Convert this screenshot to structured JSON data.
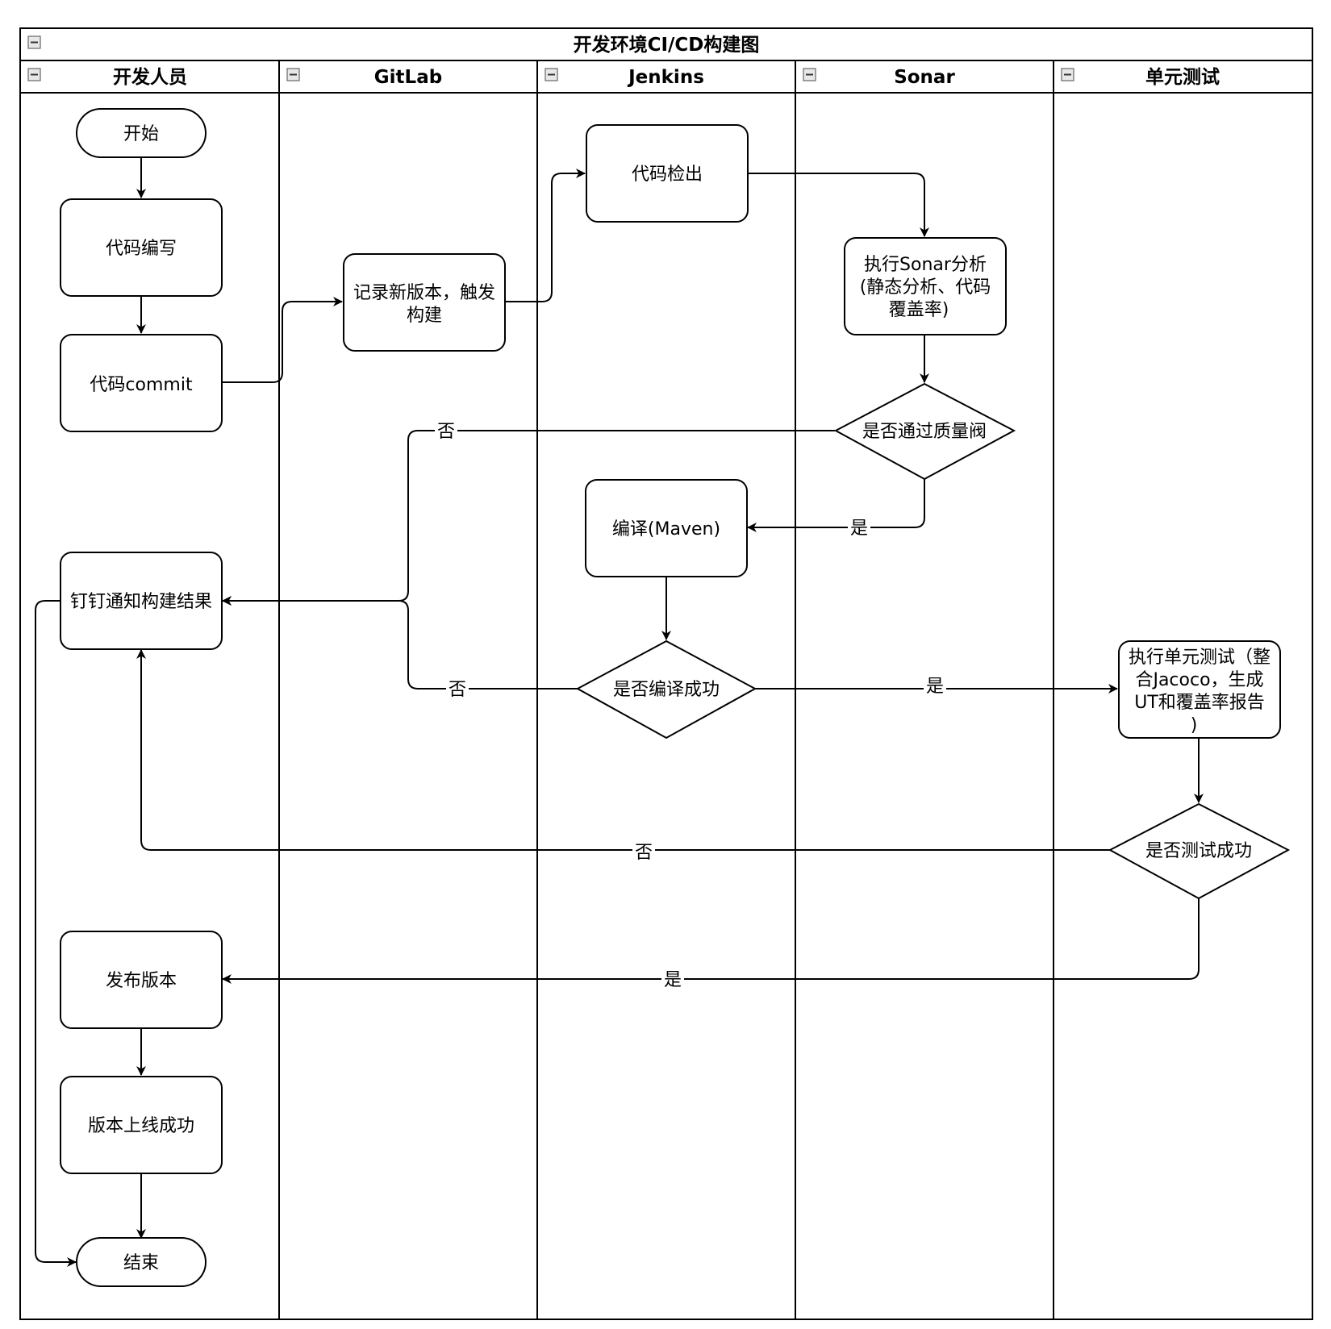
{
  "swimlane": {
    "title": "开发环境CI/CD构建图",
    "lanes": [
      {
        "id": "dev",
        "label": "开发人员"
      },
      {
        "id": "gitlab",
        "label": "GitLab"
      },
      {
        "id": "jenkins",
        "label": "Jenkins"
      },
      {
        "id": "sonar",
        "label": "Sonar"
      },
      {
        "id": "unittest",
        "label": "单元测试"
      }
    ]
  },
  "nodes": {
    "start": {
      "lines": [
        "开始"
      ],
      "shape": "terminal"
    },
    "write": {
      "lines": [
        "代码编写"
      ],
      "shape": "process"
    },
    "commit": {
      "lines": [
        "代码commit"
      ],
      "shape": "process"
    },
    "record": {
      "lines": [
        "记录新版本，触发",
        "构建"
      ],
      "shape": "process"
    },
    "checkout": {
      "lines": [
        "代码检出"
      ],
      "shape": "process"
    },
    "sonar": {
      "lines": [
        "执行Sonar分析",
        "(静态分析、代码",
        "覆盖率)"
      ],
      "shape": "process"
    },
    "gate": {
      "lines": [
        "是否通过质量阀"
      ],
      "shape": "decision"
    },
    "compile": {
      "lines": [
        "编译(Maven)"
      ],
      "shape": "process"
    },
    "compileok": {
      "lines": [
        "是否编译成功"
      ],
      "shape": "decision"
    },
    "notify": {
      "lines": [
        "钉钉通知构建结果"
      ],
      "shape": "process"
    },
    "unit": {
      "lines": [
        "执行单元测试（整",
        "合Jacoco，生成",
        "UT和覆盖率报告",
        ")"
      ],
      "shape": "process"
    },
    "testok": {
      "lines": [
        "是否测试成功"
      ],
      "shape": "decision"
    },
    "release": {
      "lines": [
        "发布版本"
      ],
      "shape": "process"
    },
    "online": {
      "lines": [
        "版本上线成功"
      ],
      "shape": "process"
    },
    "end": {
      "lines": [
        "结束"
      ],
      "shape": "terminal"
    }
  },
  "edges": [
    {
      "from": "start",
      "to": "write",
      "label": ""
    },
    {
      "from": "write",
      "to": "commit",
      "label": ""
    },
    {
      "from": "commit",
      "to": "record",
      "label": ""
    },
    {
      "from": "record",
      "to": "checkout",
      "label": ""
    },
    {
      "from": "checkout",
      "to": "sonar",
      "label": ""
    },
    {
      "from": "sonar",
      "to": "gate",
      "label": ""
    },
    {
      "from": "gate",
      "to": "notify",
      "label": "否"
    },
    {
      "from": "gate",
      "to": "compile",
      "label": "是"
    },
    {
      "from": "compile",
      "to": "compileok",
      "label": ""
    },
    {
      "from": "compileok",
      "to": "notify",
      "label": "否"
    },
    {
      "from": "compileok",
      "to": "unit",
      "label": "是"
    },
    {
      "from": "unit",
      "to": "testok",
      "label": ""
    },
    {
      "from": "testok",
      "to": "notify",
      "label": "否"
    },
    {
      "from": "testok",
      "to": "release",
      "label": "是"
    },
    {
      "from": "release",
      "to": "online",
      "label": ""
    },
    {
      "from": "online",
      "to": "end",
      "label": ""
    },
    {
      "from": "notify",
      "to": "end",
      "label": ""
    }
  ]
}
